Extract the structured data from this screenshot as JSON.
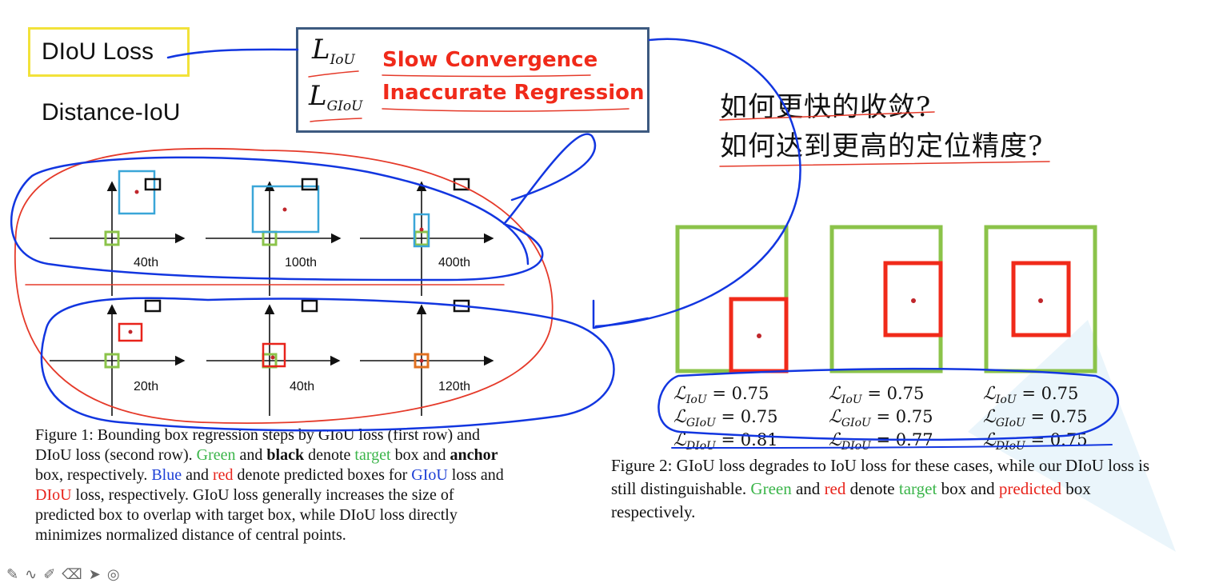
{
  "header": {
    "title": "DIoU Loss",
    "subtitle": "Distance-IoU"
  },
  "loss_box": {
    "items": [
      {
        "symbol": "L",
        "sub": "IoU",
        "issue": "Slow Convergence"
      },
      {
        "symbol": "L",
        "sub": "GIoU",
        "issue": "Inaccurate Regression"
      }
    ]
  },
  "questions": {
    "q1": "如何更快的收敛?",
    "q2": "如何达到更高的定位精度?"
  },
  "figure1": {
    "row1_steps": [
      "40th",
      "100th",
      "400th"
    ],
    "row2_steps": [
      "20th",
      "40th",
      "120th"
    ],
    "caption": {
      "p1": "Figure 1: Bounding box regression steps by GIoU loss (first row) and DIoU loss (second row). ",
      "green": "Green",
      "p2": " and ",
      "black": "black",
      "p3": " denote ",
      "target": "target",
      "p4": " box and ",
      "anchor": "anchor",
      "p5": " box, respectively. ",
      "blue": "Blue",
      "p6": " and ",
      "red": "red",
      "p7": " denote predicted boxes for ",
      "giou": "GIoU",
      "p8": " loss and ",
      "diou": "DIoU",
      "p9": " loss, respectively. GIoU loss generally increases the size of predicted box to overlap with target box, while DIoU loss directly minimizes normalized distance of central points."
    }
  },
  "figure2": {
    "columns": [
      {
        "iou": "= 0.75",
        "giou": "= 0.75",
        "diou": "= 0.81"
      },
      {
        "iou": "= 0.75",
        "giou": "= 0.75",
        "diou": "= 0.77"
      },
      {
        "iou": "= 0.75",
        "giou": "= 0.75",
        "diou": "= 0.75"
      }
    ],
    "labels": {
      "L": "ℒ",
      "iou": "IoU",
      "giou": "GIoU",
      "diou": "DIoU"
    },
    "caption": {
      "p1": "Figure 2: GIoU loss degrades to IoU loss for these cases, while our DIoU loss is still distinguishable. ",
      "green": "Green",
      "p2": " and ",
      "red": "red",
      "p3": " denote ",
      "target": "target",
      "p4": " box and ",
      "predicted": "predicted",
      "p5": " box respectively."
    }
  },
  "colors": {
    "target_green": "#8bc34a",
    "pred_red": "#f02a1a",
    "pred_blue": "#3aa6d8",
    "annotation_blue": "#1236e0",
    "annotation_red": "#e53a2a"
  },
  "toolbar": {
    "icons": [
      "pen-icon",
      "curve-icon",
      "highlighter-icon",
      "eraser-icon",
      "pointer-icon",
      "record-icon"
    ],
    "glyphs": [
      "✎",
      "∿",
      "✐",
      "⌫",
      "➤",
      "◎"
    ]
  }
}
